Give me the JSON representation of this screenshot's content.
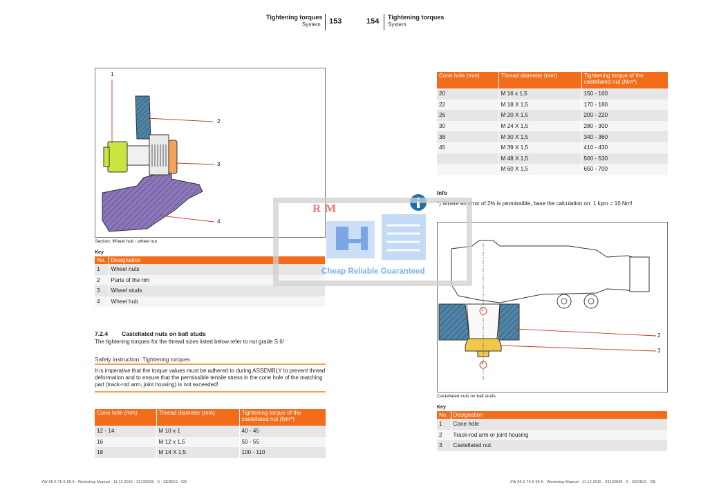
{
  "header": {
    "left_title": "Tightening torques",
    "left_sub": "System",
    "left_page": "153",
    "right_page": "154",
    "right_title": "Tightening torques",
    "right_sub": "System"
  },
  "left": {
    "figure_caption": "Section: Wheel hub - wheel nut",
    "callouts": [
      "1",
      "2",
      "3",
      "4"
    ],
    "key_label": "Key",
    "key_table": {
      "headers": [
        "No.",
        "Designation"
      ],
      "rows": [
        [
          "1",
          "Wheel nuts"
        ],
        [
          "2",
          "Parts of the rim"
        ],
        [
          "3",
          "Wheel studs"
        ],
        [
          "4",
          "Wheel hub"
        ]
      ]
    },
    "section_number": "7.2.4",
    "section_title": "Castellated nuts on ball studs",
    "intro": "The tightening torques for the thread sizes listed below refer to nut grade S 6!",
    "safety_title": "Safety instruction: Tightening torques",
    "safety_text": "It is imperative that the torque values must be adhered to during ASSEMBLY to prevent thread deformation and to ensure that the permissible tensile stress in the cone hole of the matching part (track-rod arm, joint housing) is not exceeded!",
    "torque_table": {
      "headers": [
        "Cone hole (mm)",
        "Thread diameter (mm)",
        "Tightening torque of the castellated nut (Nm*)"
      ],
      "rows": [
        [
          "12 - 14",
          "M 10 x 1",
          "40 - 45"
        ],
        [
          "16",
          "M 12 x 1.5",
          "50 - 55"
        ],
        [
          "18",
          "M 14 X 1,5",
          "100 - 110"
        ]
      ]
    }
  },
  "right": {
    "torque_table": {
      "headers": [
        "Cone hole (mm)",
        "Thread diameter (mm)",
        "Tightening torque of the castellated nut (Nm*)"
      ],
      "rows": [
        [
          "20",
          "M 16 x 1,5",
          "150 - 160"
        ],
        [
          "22",
          "M 18 X 1,5",
          "170 - 180"
        ],
        [
          "26",
          "M 20 X 1,5",
          "200 - 220"
        ],
        [
          "30",
          "M 24 X 1,5",
          "280 - 300"
        ],
        [
          "38",
          "M 30 X 1,5",
          "340 - 360"
        ],
        [
          "45",
          "M 39 X 1,5",
          "410 - 430"
        ],
        [
          "",
          "M 48 X 1,5",
          "500 - 530"
        ],
        [
          "",
          "M 60 X 1,5",
          "650 - 700"
        ]
      ]
    },
    "info_title": "Info",
    "info_text": "*) Where an error of 2% is permissible, base the calculation on: 1 kpm = 10 Nm!",
    "figure_caption": "Castellated nuts on ball studs",
    "callouts": [
      "1",
      "2",
      "3",
      "4"
    ],
    "key_label": "Key",
    "key_table": {
      "headers": [
        "No.",
        "Designation"
      ],
      "rows": [
        [
          "1",
          "Cone hole"
        ],
        [
          "2",
          "Track-rod arm or joint housing"
        ],
        [
          "3",
          "Castellated nut"
        ]
      ]
    }
  },
  "watermark": {
    "brand": "RM",
    "slogan": "Cheap Reliable Guaranteed"
  },
  "footer": {
    "left": "ZW 65-5 75-5 95-5 - Workshop Manual - 11.12.2015 - 23132595 - 0 - SERIES - GB",
    "right": "ZW 65-5 75-5 95-5 - Workshop Manual - 11.12.2015 - 23132595 - 0 - SERIES - GB"
  },
  "colors": {
    "table_header": "#f26c1a",
    "safety_line": "#f6a34a",
    "info_icon": "#1f6fae",
    "hatch_blue": "#4f84a6",
    "hatch_purple": "#8a76b8",
    "nut_green": "#c9e640",
    "stud_orange": "#f4a25c",
    "nut_yellow": "#f2c84a",
    "watermark_blue": "#2a6fd6"
  }
}
